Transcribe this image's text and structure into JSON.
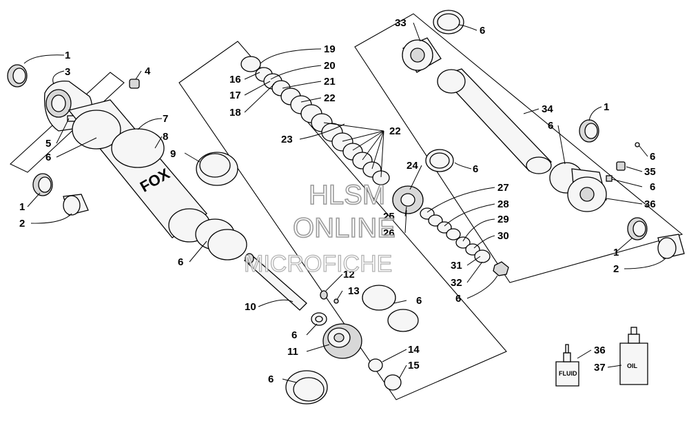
{
  "callouts": [
    {
      "id": "c1a",
      "text": "1"
    },
    {
      "id": "c3",
      "text": "3"
    },
    {
      "id": "c4",
      "text": "4"
    },
    {
      "id": "c5",
      "text": "5"
    },
    {
      "id": "c6a",
      "text": "6"
    },
    {
      "id": "c1b",
      "text": "1"
    },
    {
      "id": "c2a",
      "text": "2"
    },
    {
      "id": "c7",
      "text": "7"
    },
    {
      "id": "c8",
      "text": "8"
    },
    {
      "id": "c9",
      "text": "9"
    },
    {
      "id": "c6b",
      "text": "6"
    },
    {
      "id": "c10",
      "text": "10"
    },
    {
      "id": "c6c",
      "text": "6"
    },
    {
      "id": "c11",
      "text": "11"
    },
    {
      "id": "c6d",
      "text": "6"
    },
    {
      "id": "c12",
      "text": "12"
    },
    {
      "id": "c13",
      "text": "13"
    },
    {
      "id": "c6e",
      "text": "6"
    },
    {
      "id": "c14",
      "text": "14"
    },
    {
      "id": "c15",
      "text": "15"
    },
    {
      "id": "c19",
      "text": "19"
    },
    {
      "id": "c16",
      "text": "16"
    },
    {
      "id": "c20",
      "text": "20"
    },
    {
      "id": "c17",
      "text": "17"
    },
    {
      "id": "c21",
      "text": "21"
    },
    {
      "id": "c22a",
      "text": "22"
    },
    {
      "id": "c18",
      "text": "18"
    },
    {
      "id": "c23",
      "text": "23"
    },
    {
      "id": "c22b",
      "text": "22"
    },
    {
      "id": "c24",
      "text": "24"
    },
    {
      "id": "c6f",
      "text": "6"
    },
    {
      "id": "c27",
      "text": "27"
    },
    {
      "id": "c28",
      "text": "28"
    },
    {
      "id": "c25",
      "text": "25"
    },
    {
      "id": "c26",
      "text": "26"
    },
    {
      "id": "c29",
      "text": "29"
    },
    {
      "id": "c30",
      "text": "30"
    },
    {
      "id": "c31",
      "text": "31"
    },
    {
      "id": "c32",
      "text": "32"
    },
    {
      "id": "c6g",
      "text": "6"
    },
    {
      "id": "c33",
      "text": "33"
    },
    {
      "id": "c6h",
      "text": "6"
    },
    {
      "id": "c34",
      "text": "34"
    },
    {
      "id": "c1c",
      "text": "1"
    },
    {
      "id": "c6i",
      "text": "6"
    },
    {
      "id": "c6j",
      "text": "6"
    },
    {
      "id": "c35",
      "text": "35"
    },
    {
      "id": "c6k",
      "text": "6"
    },
    {
      "id": "c36a",
      "text": "36"
    },
    {
      "id": "c1d",
      "text": "1"
    },
    {
      "id": "c2b",
      "text": "2"
    },
    {
      "id": "c36b",
      "text": "36"
    },
    {
      "id": "c37",
      "text": "37"
    }
  ],
  "watermark": {
    "line1": "HLSM",
    "line2": "ONLINE",
    "line3": "MICROFICHE"
  },
  "bottle_labels": {
    "fluid": "FLUID",
    "oil": "OIL"
  },
  "brand_mark": "FOX"
}
